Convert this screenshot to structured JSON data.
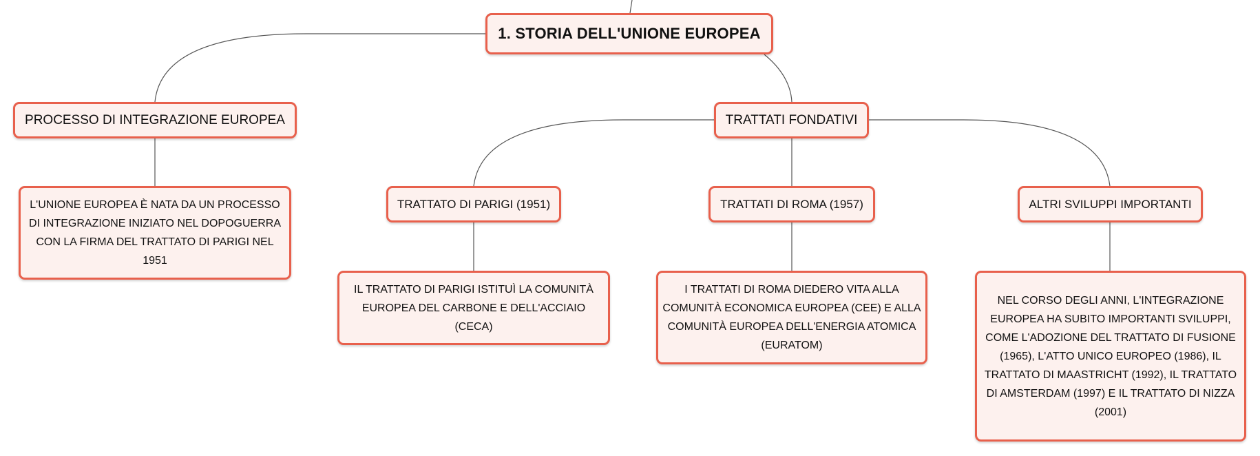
{
  "colors": {
    "node_border": "#e8604c",
    "node_fill": "#fdf1ee",
    "connector": "#555555"
  },
  "root": {
    "label": "1. STORIA DELL'UNIONE EUROPEA"
  },
  "branches": {
    "integrazione": {
      "label": "PROCESSO DI INTEGRAZIONE EUROPEA",
      "detail": "L'UNIONE EUROPEA È NATA DA UN PROCESSO DI INTEGRAZIONE INIZIATO NEL DOPOGUERRA CON LA FIRMA DEL TRATTATO DI PARIGI NEL 1951"
    },
    "trattati": {
      "label": "TRATTATI FONDATIVI",
      "parigi": {
        "label": "TRATTATO DI PARIGI (1951)",
        "detail": "IL TRATTATO DI PARIGI ISTITUÌ LA COMUNITÀ EUROPEA DEL CARBONE E DELL'ACCIAIO (CECA)"
      },
      "roma": {
        "label": "TRATTATI DI ROMA (1957)",
        "detail": "I TRATTATI DI ROMA DIEDERO VITA ALLA COMUNITÀ ECONOMICA EUROPEA (CEE) E ALLA COMUNITÀ EUROPEA DELL'ENERGIA ATOMICA (EURATOM)"
      },
      "altri": {
        "label": "ALTRI SVILUPPI IMPORTANTI",
        "detail": "NEL CORSO DEGLI ANNI, L'INTEGRAZIONE EUROPEA HA SUBITO IMPORTANTI SVILUPPI, COME L'ADOZIONE DEL TRATTATO DI FUSIONE (1965), L'ATTO UNICO EUROPEO (1986), IL TRATTATO DI MAASTRICHT (1992), IL TRATTATO DI AMSTERDAM (1997) E IL TRATTATO DI NIZZA (2001)"
      }
    }
  }
}
